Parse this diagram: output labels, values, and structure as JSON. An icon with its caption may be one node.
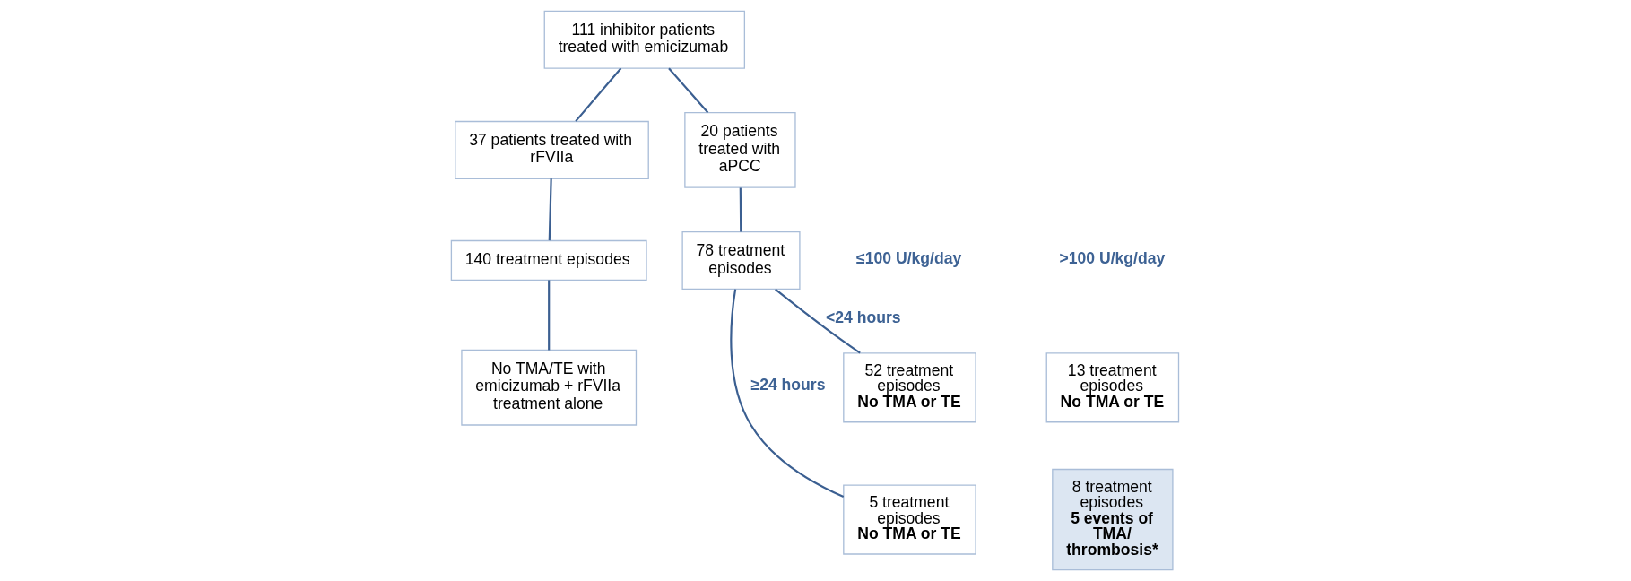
{
  "diagram": {
    "nodes": [
      {
        "text": [
          "111 inhibitor patients treated with emicizumab"
        ]
      },
      {
        "text": [
          "37 patients treated with rFVIIa"
        ]
      },
      {
        "text": [
          "140 treatment episodes"
        ]
      },
      {
        "text": [
          "No TMA/TE with emicizumab + rFVIIa treatment alone"
        ]
      },
      {
        "text": [
          "20 patients treated with aPCC"
        ]
      },
      {
        "text": [
          "78 treatment episodes"
        ]
      },
      {
        "text": [
          "52 treatment episodes",
          "No TMA or TE"
        ]
      },
      {
        "text": [
          "5 treatment episodes",
          "No TMA or TE"
        ]
      },
      {
        "text": [
          "13 treatment episodes",
          "No TMA or TE"
        ]
      },
      {
        "text": [
          "8 treatment episodes",
          "5 events of TMA/ thrombosis*"
        ]
      }
    ],
    "edges": [
      {
        "from": 0,
        "to": 1,
        "arrow": "none"
      },
      {
        "from": 0,
        "to": 4,
        "arrow": "none"
      },
      {
        "from": 1,
        "to": 2,
        "arrow": "none"
      },
      {
        "from": 2,
        "to": 3,
        "arrow": "none"
      },
      {
        "from": 4,
        "to": 5,
        "arrow": "none"
      },
      {
        "from": 5,
        "to": 6,
        "arrow": "none",
        "label": "<24 hours"
      },
      {
        "from": 5,
        "to": 7,
        "arrow": "none",
        "label": "≥24 hours"
      }
    ],
    "labels": [
      "≤100 U/kg/day",
      ">100 U/kg/day"
    ]
  }
}
